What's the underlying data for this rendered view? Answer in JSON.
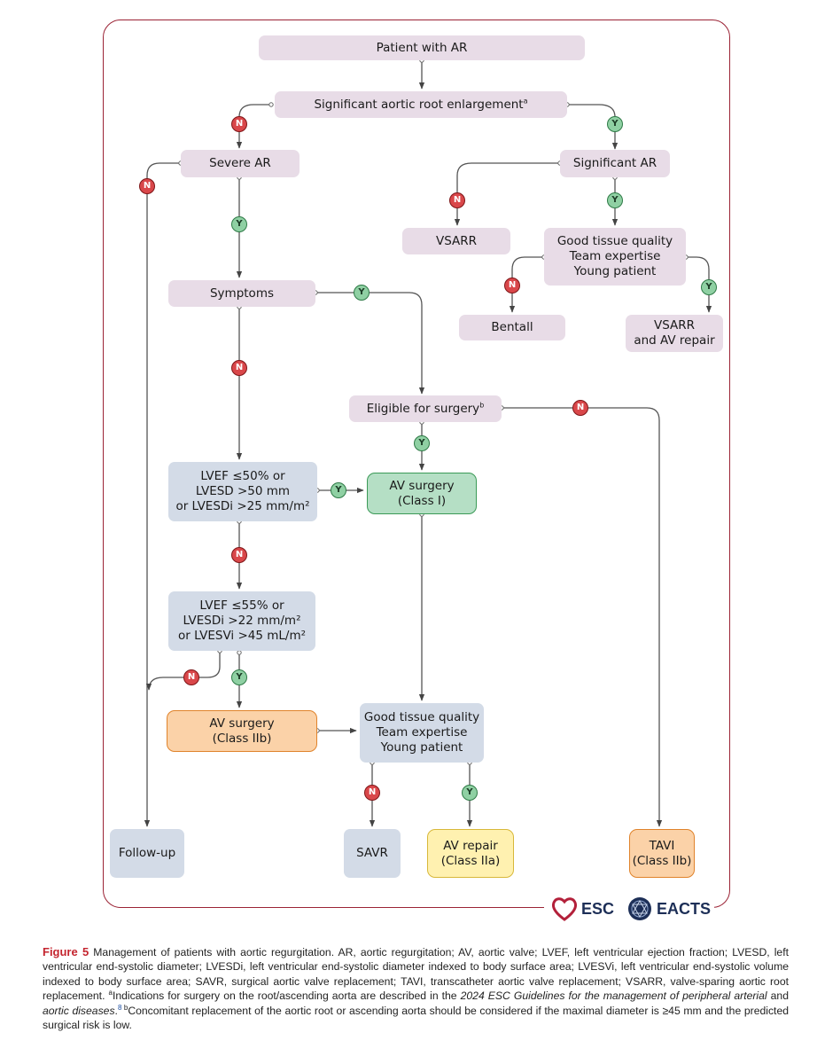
{
  "nodes": {
    "patient": [
      "Patient with AR"
    ],
    "root": [
      "Significant aortic root enlargement"
    ],
    "root_sup": "a",
    "severe": [
      "Severe AR"
    ],
    "significant": [
      "Significant AR"
    ],
    "vsarr": [
      "VSARR"
    ],
    "tissue_top": [
      "Good tissue quality",
      "Team expertise",
      "Young patient"
    ],
    "bentall": [
      "Bentall"
    ],
    "vsarr_av": [
      "VSARR",
      "and AV repair"
    ],
    "symptoms": [
      "Symptoms"
    ],
    "eligible": [
      "Eligible for surgery"
    ],
    "eligible_sup": "b",
    "lvef50": [
      "LVEF ≤50% or",
      "LVESD >50 mm",
      "or LVESDi >25 mm/m²"
    ],
    "avsurg1": [
      "AV surgery",
      "(Class I)"
    ],
    "lvef55": [
      "LVEF ≤55% or",
      "LVESDi >22 mm/m²",
      "or LVESVi >45 mL/m²"
    ],
    "avsurg2b": [
      "AV surgery",
      "(Class IIb)"
    ],
    "tissue_bottom": [
      "Good tissue quality",
      "Team expertise",
      "Young patient"
    ],
    "followup": [
      "Follow-up"
    ],
    "savr": [
      "SAVR"
    ],
    "avrepair": [
      "AV repair",
      "(Class IIa)"
    ],
    "tavi": [
      "TAVI",
      "(Class IIb)"
    ]
  },
  "badges": {
    "no": "N",
    "yes": "Y"
  },
  "logos": {
    "esc": "ESC",
    "eacts": "EACTS"
  },
  "colors": {
    "frame": "#9b2335",
    "lilac_box": "#e8dce7",
    "blue_box": "#d3dbe7",
    "class_i": "#b5dfc5",
    "class_iia": "#fff1b0",
    "class_iib": "#fbd2a8",
    "no_badge": "#d9474a",
    "yes_badge": "#8fd0a3"
  },
  "caption": {
    "label": "Figure 5",
    "text1": " Management of patients with aortic regurgitation. AR, aortic regurgitation; AV, aortic valve; LVEF, left ventricular ejection fraction; LVESD, left ventricular end-systolic diameter; LVESDi, left ventricular end-systolic diameter indexed to body surface area; LVESVi, left ventricular end-systolic volume indexed to body surface area; SAVR, surgical aortic valve replacement; TAVI, transcatheter aortic valve replacement; VSARR, valve-sparing aortic root replacement. ",
    "sup_a": "a",
    "text2": "Indications for surgery on the root/ascending aorta are described in the ",
    "italic_title": "2024 ESC Guidelines for the management of peripheral arterial",
    "text3": " and ",
    "italic_title2": "aortic diseases",
    "text4": ".",
    "ref": "8",
    "sup_b": " b",
    "text5": "Concomitant replacement of the aortic root or ascending aorta should be considered if the maximal diameter is ≥45 mm and the predicted surgical risk is low."
  }
}
